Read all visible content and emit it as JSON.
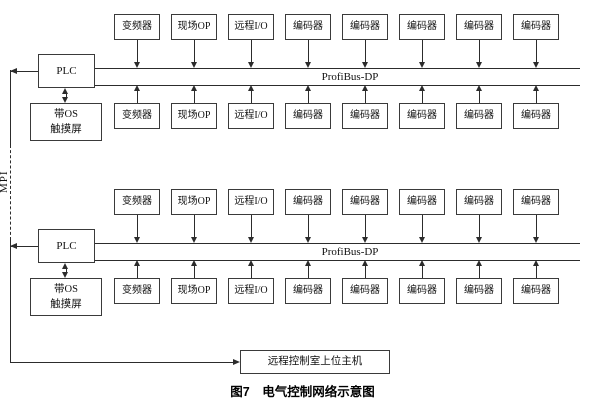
{
  "figure": {
    "caption": "图7　电气控制网络示意图"
  },
  "mpi": {
    "label": "MPI"
  },
  "remote_host": {
    "label": "远程控制室上位主机"
  },
  "colors": {
    "line": "#2c2c2c",
    "box_border": "#3a3a3a",
    "background": "#ffffff",
    "text": "#111111"
  },
  "sections": [
    {
      "plc_label": "PLC",
      "touchscreen_lines": [
        "带OS",
        "触摸屏"
      ],
      "bus_label": "ProfiBus-DP",
      "top_devices": [
        "变频器",
        "现场OP",
        "远程I/O",
        "编码器",
        "编码器",
        "编码器",
        "编码器",
        "编码器"
      ],
      "bottom_devices": [
        "变频器",
        "现场OP",
        "远程I/O",
        "编码器",
        "编码器",
        "编码器",
        "编码器",
        "编码器"
      ]
    },
    {
      "plc_label": "PLC",
      "touchscreen_lines": [
        "带OS",
        "触摸屏"
      ],
      "bus_label": "ProfiBus-DP",
      "top_devices": [
        "变频器",
        "现场OP",
        "远程I/O",
        "编码器",
        "编码器",
        "编码器",
        "编码器",
        "编码器"
      ],
      "bottom_devices": [
        "变频器",
        "现场OP",
        "远程I/O",
        "编码器",
        "编码器",
        "编码器",
        "编码器",
        "编码器"
      ]
    }
  ]
}
